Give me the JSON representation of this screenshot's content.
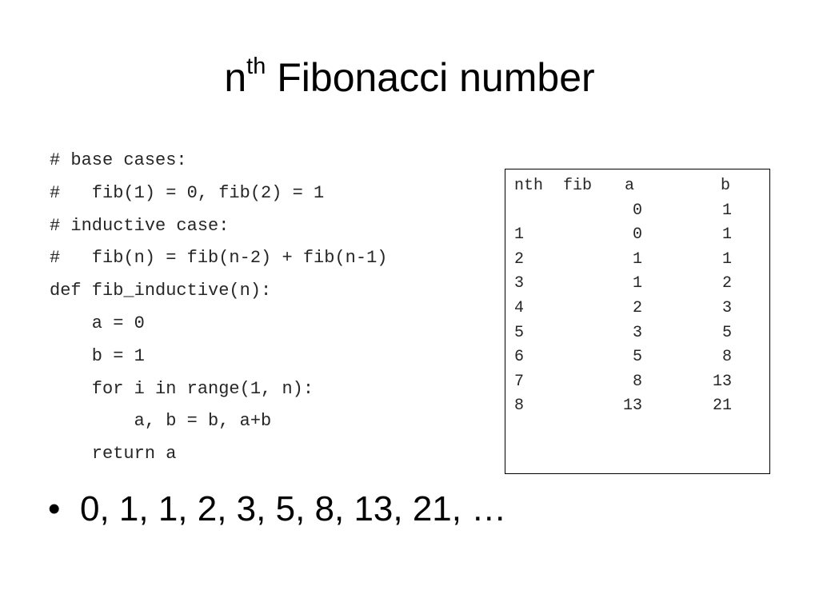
{
  "title": {
    "base": "n",
    "superscript": "th",
    "rest": " Fibonacci number"
  },
  "code": [
    "# base cases:",
    "#   fib(1) = 0, fib(2) = 1",
    "# inductive case:",
    "#   fib(n) = fib(n-2) + fib(n-1)",
    "def fib_inductive(n):",
    "    a = 0",
    "    b = 1",
    "    for i in range(1, n):",
    "        a, b = b, a+b",
    "    return a"
  ],
  "trace_table": {
    "headers": {
      "nth": "nth",
      "fib": "fib",
      "a": "a",
      "b": "b"
    },
    "rows": [
      {
        "nth": "",
        "a": "0",
        "b": "1"
      },
      {
        "nth": "1",
        "a": "0",
        "b": "1"
      },
      {
        "nth": "2",
        "a": "1",
        "b": "1"
      },
      {
        "nth": "3",
        "a": "1",
        "b": "2"
      },
      {
        "nth": "4",
        "a": "2",
        "b": "3"
      },
      {
        "nth": "5",
        "a": "3",
        "b": "5"
      },
      {
        "nth": "6",
        "a": "5",
        "b": "8"
      },
      {
        "nth": "7",
        "a": "8",
        "b": "13"
      },
      {
        "nth": "8",
        "a": "13",
        "b": "21"
      }
    ]
  },
  "bullet": {
    "symbol": "•",
    "text": "0, 1, 1, 2, 3, 5, 8, 13, 21, …"
  }
}
